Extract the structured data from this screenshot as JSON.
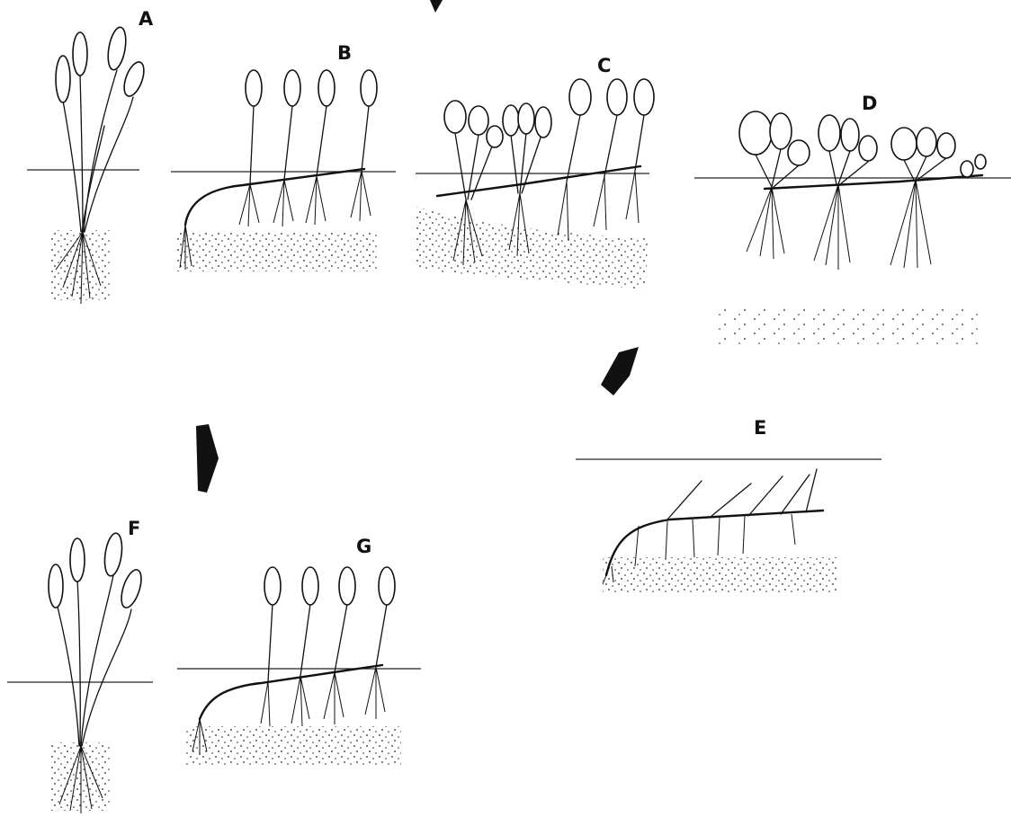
{
  "panels": {
    "a": {
      "label": "A"
    },
    "b": {
      "label": "B"
    },
    "c": {
      "label": "C"
    },
    "d": {
      "label": "D"
    },
    "e": {
      "label": "E"
    },
    "f": {
      "label": "F"
    },
    "g": {
      "label": "G"
    }
  },
  "arrows": [
    {
      "name": "arrow-top",
      "direction": "down-right"
    },
    {
      "name": "arrow-d-to-e",
      "direction": "down-left"
    },
    {
      "name": "arrow-e-to-f",
      "direction": "right"
    }
  ],
  "colors": {
    "ink": "#111111",
    "background": "#ffffff"
  }
}
